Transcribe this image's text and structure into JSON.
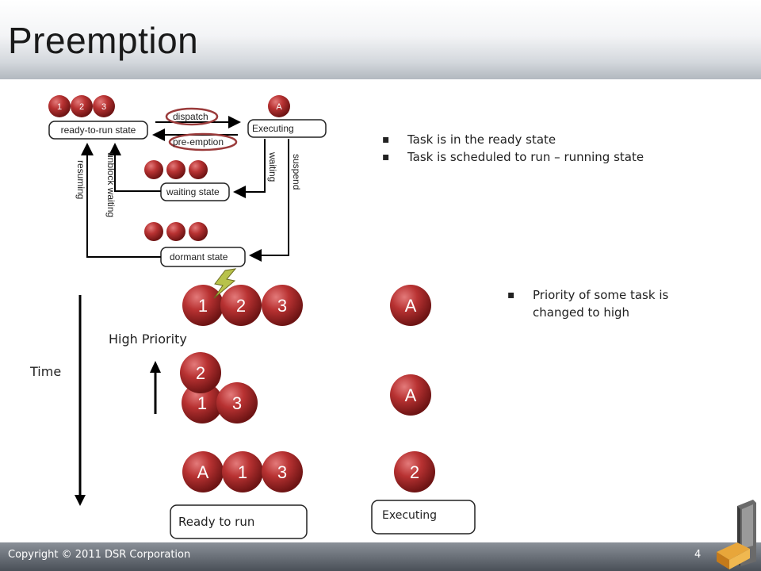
{
  "slide": {
    "title": "Preemption",
    "copyright": "Copyright © 2011 DSR Corporation",
    "page_number": "4"
  },
  "state_diagram": {
    "ready_balls": [
      "1",
      "2",
      "3"
    ],
    "executing_ball": "A",
    "ready_state": "ready-to-run state",
    "executing_state": "Executing",
    "waiting_state": "waiting state",
    "dormant_state": "dormant state",
    "dispatch": "dispatch",
    "preemption": "pre-emption",
    "waiting": "waiting",
    "suspend": "suspend",
    "resuming": "resuming",
    "unblock_waiting": "unblock waiting"
  },
  "bullets_top": [
    "Task is in the ready state",
    "Task is scheduled to run – running state"
  ],
  "bullets_bottom": [
    "Priority of some task is changed to high"
  ],
  "timeline": {
    "time_label": "Time",
    "high_priority_label": "High Priority",
    "row1_ready": [
      "1",
      "2",
      "3"
    ],
    "row1_exec": "A",
    "row2_ready_back": [
      "1",
      "3"
    ],
    "row2_ready_front": "2",
    "row2_exec": "A",
    "row3_ready": [
      "A",
      "1",
      "3"
    ],
    "row3_exec": "2",
    "ready_box": "Ready to run",
    "executing_box": "Executing"
  },
  "colors": {
    "ball": "#b02a2a",
    "ball_highlight": "#e06a6a",
    "ellipse_outline": "#9a3a3a"
  }
}
